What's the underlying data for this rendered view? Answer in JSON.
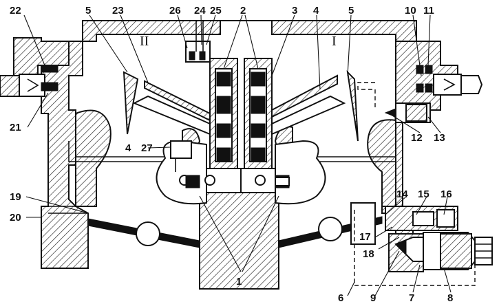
{
  "diagram": {
    "chamber_labels": {
      "left": "II",
      "right": "I"
    },
    "callouts": {
      "n1": "1",
      "n2": "2",
      "n3": "3",
      "n4": "4",
      "n5": "5",
      "n6": "6",
      "n7": "7",
      "n8": "8",
      "n9": "9",
      "n10": "10",
      "n11": "11",
      "n12": "12",
      "n13": "13",
      "n14": "14",
      "n15": "15",
      "n16": "16",
      "n17": "17",
      "n18": "18",
      "n19": "19",
      "n20": "20",
      "n21": "21",
      "n22": "22",
      "n23": "23",
      "n24": "24",
      "n25": "25",
      "n26": "26",
      "n27": "27"
    }
  }
}
